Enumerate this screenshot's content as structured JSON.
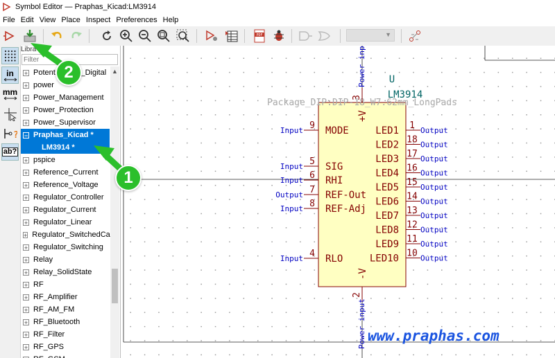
{
  "window": {
    "title": "Symbol Editor — Praphas_Kicad:LM3914"
  },
  "menu": [
    "File",
    "Edit",
    "View",
    "Place",
    "Inspect",
    "Preferences",
    "Help"
  ],
  "sidebar": {
    "header": "Libra",
    "filter_placeholder": "Filter",
    "items": [
      {
        "label": "Potentiometer_Digital",
        "kind": "lib"
      },
      {
        "label": "power",
        "kind": "lib"
      },
      {
        "label": "Power_Management",
        "kind": "lib"
      },
      {
        "label": "Power_Protection",
        "kind": "lib"
      },
      {
        "label": "Power_Supervisor",
        "kind": "lib"
      },
      {
        "label": "Praphas_Kicad *",
        "kind": "lib-open"
      },
      {
        "label": "LM3914 *",
        "kind": "child"
      },
      {
        "label": "pspice",
        "kind": "lib"
      },
      {
        "label": "Reference_Current",
        "kind": "lib"
      },
      {
        "label": "Reference_Voltage",
        "kind": "lib"
      },
      {
        "label": "Regulator_Controller",
        "kind": "lib"
      },
      {
        "label": "Regulator_Current",
        "kind": "lib"
      },
      {
        "label": "Regulator_Linear",
        "kind": "lib"
      },
      {
        "label": "Regulator_SwitchedCap",
        "kind": "lib"
      },
      {
        "label": "Regulator_Switching",
        "kind": "lib"
      },
      {
        "label": "Relay",
        "kind": "lib"
      },
      {
        "label": "Relay_SolidState",
        "kind": "lib"
      },
      {
        "label": "RF",
        "kind": "lib"
      },
      {
        "label": "RF_Amplifier",
        "kind": "lib"
      },
      {
        "label": "RF_AM_FM",
        "kind": "lib"
      },
      {
        "label": "RF_Bluetooth",
        "kind": "lib"
      },
      {
        "label": "RF_Filter",
        "kind": "lib"
      },
      {
        "label": "RF_GPS",
        "kind": "lib"
      },
      {
        "label": "RF_GSM",
        "kind": "lib"
      }
    ]
  },
  "left_toolbar": {
    "units_in": "in",
    "units_mm": "mm",
    "text_tool": "ab?"
  },
  "symbol": {
    "reference": "U",
    "value": "LM3914",
    "footprint": "Package_DIP:DIP-18_W7.62mm_LongPads",
    "top_pin": {
      "number": "3",
      "name": "+V",
      "type": "Power inp"
    },
    "bottom_pin": {
      "number": "2",
      "name": "-V",
      "type": "Power input"
    },
    "left_pins": [
      {
        "number": "9",
        "name": "MODE",
        "type": "Input"
      },
      {
        "number": "5",
        "name": "SIG",
        "type": "Input"
      },
      {
        "number": "6",
        "name": "RHI",
        "type": "Input"
      },
      {
        "number": "7",
        "name": "REF-Out",
        "type": "Output"
      },
      {
        "number": "8",
        "name": "REF-Adj",
        "type": "Input"
      },
      {
        "number": "4",
        "name": "RLO",
        "type": "Input"
      }
    ],
    "right_pins": [
      {
        "number": "1",
        "name": "LED1",
        "type": "Output"
      },
      {
        "number": "18",
        "name": "LED2",
        "type": "Output"
      },
      {
        "number": "17",
        "name": "LED3",
        "type": "Output"
      },
      {
        "number": "16",
        "name": "LED4",
        "type": "Output"
      },
      {
        "number": "15",
        "name": "LED5",
        "type": "Output"
      },
      {
        "number": "14",
        "name": "LED6",
        "type": "Output"
      },
      {
        "number": "13",
        "name": "LED7",
        "type": "Output"
      },
      {
        "number": "12",
        "name": "LED8",
        "type": "Output"
      },
      {
        "number": "11",
        "name": "LED9",
        "type": "Output"
      },
      {
        "number": "10",
        "name": "LED10",
        "type": "Output"
      }
    ]
  },
  "annotations": {
    "callout_1": "1",
    "callout_2": "2"
  },
  "watermark": "www.praphas.com",
  "colors": {
    "accent": "#0078d7",
    "pin": "#840000",
    "body_fill": "#ffffc2",
    "field": "#006464",
    "pin_type": "#0000c2",
    "callout": "#2bbf2b",
    "watermark": "#1a54e0"
  }
}
